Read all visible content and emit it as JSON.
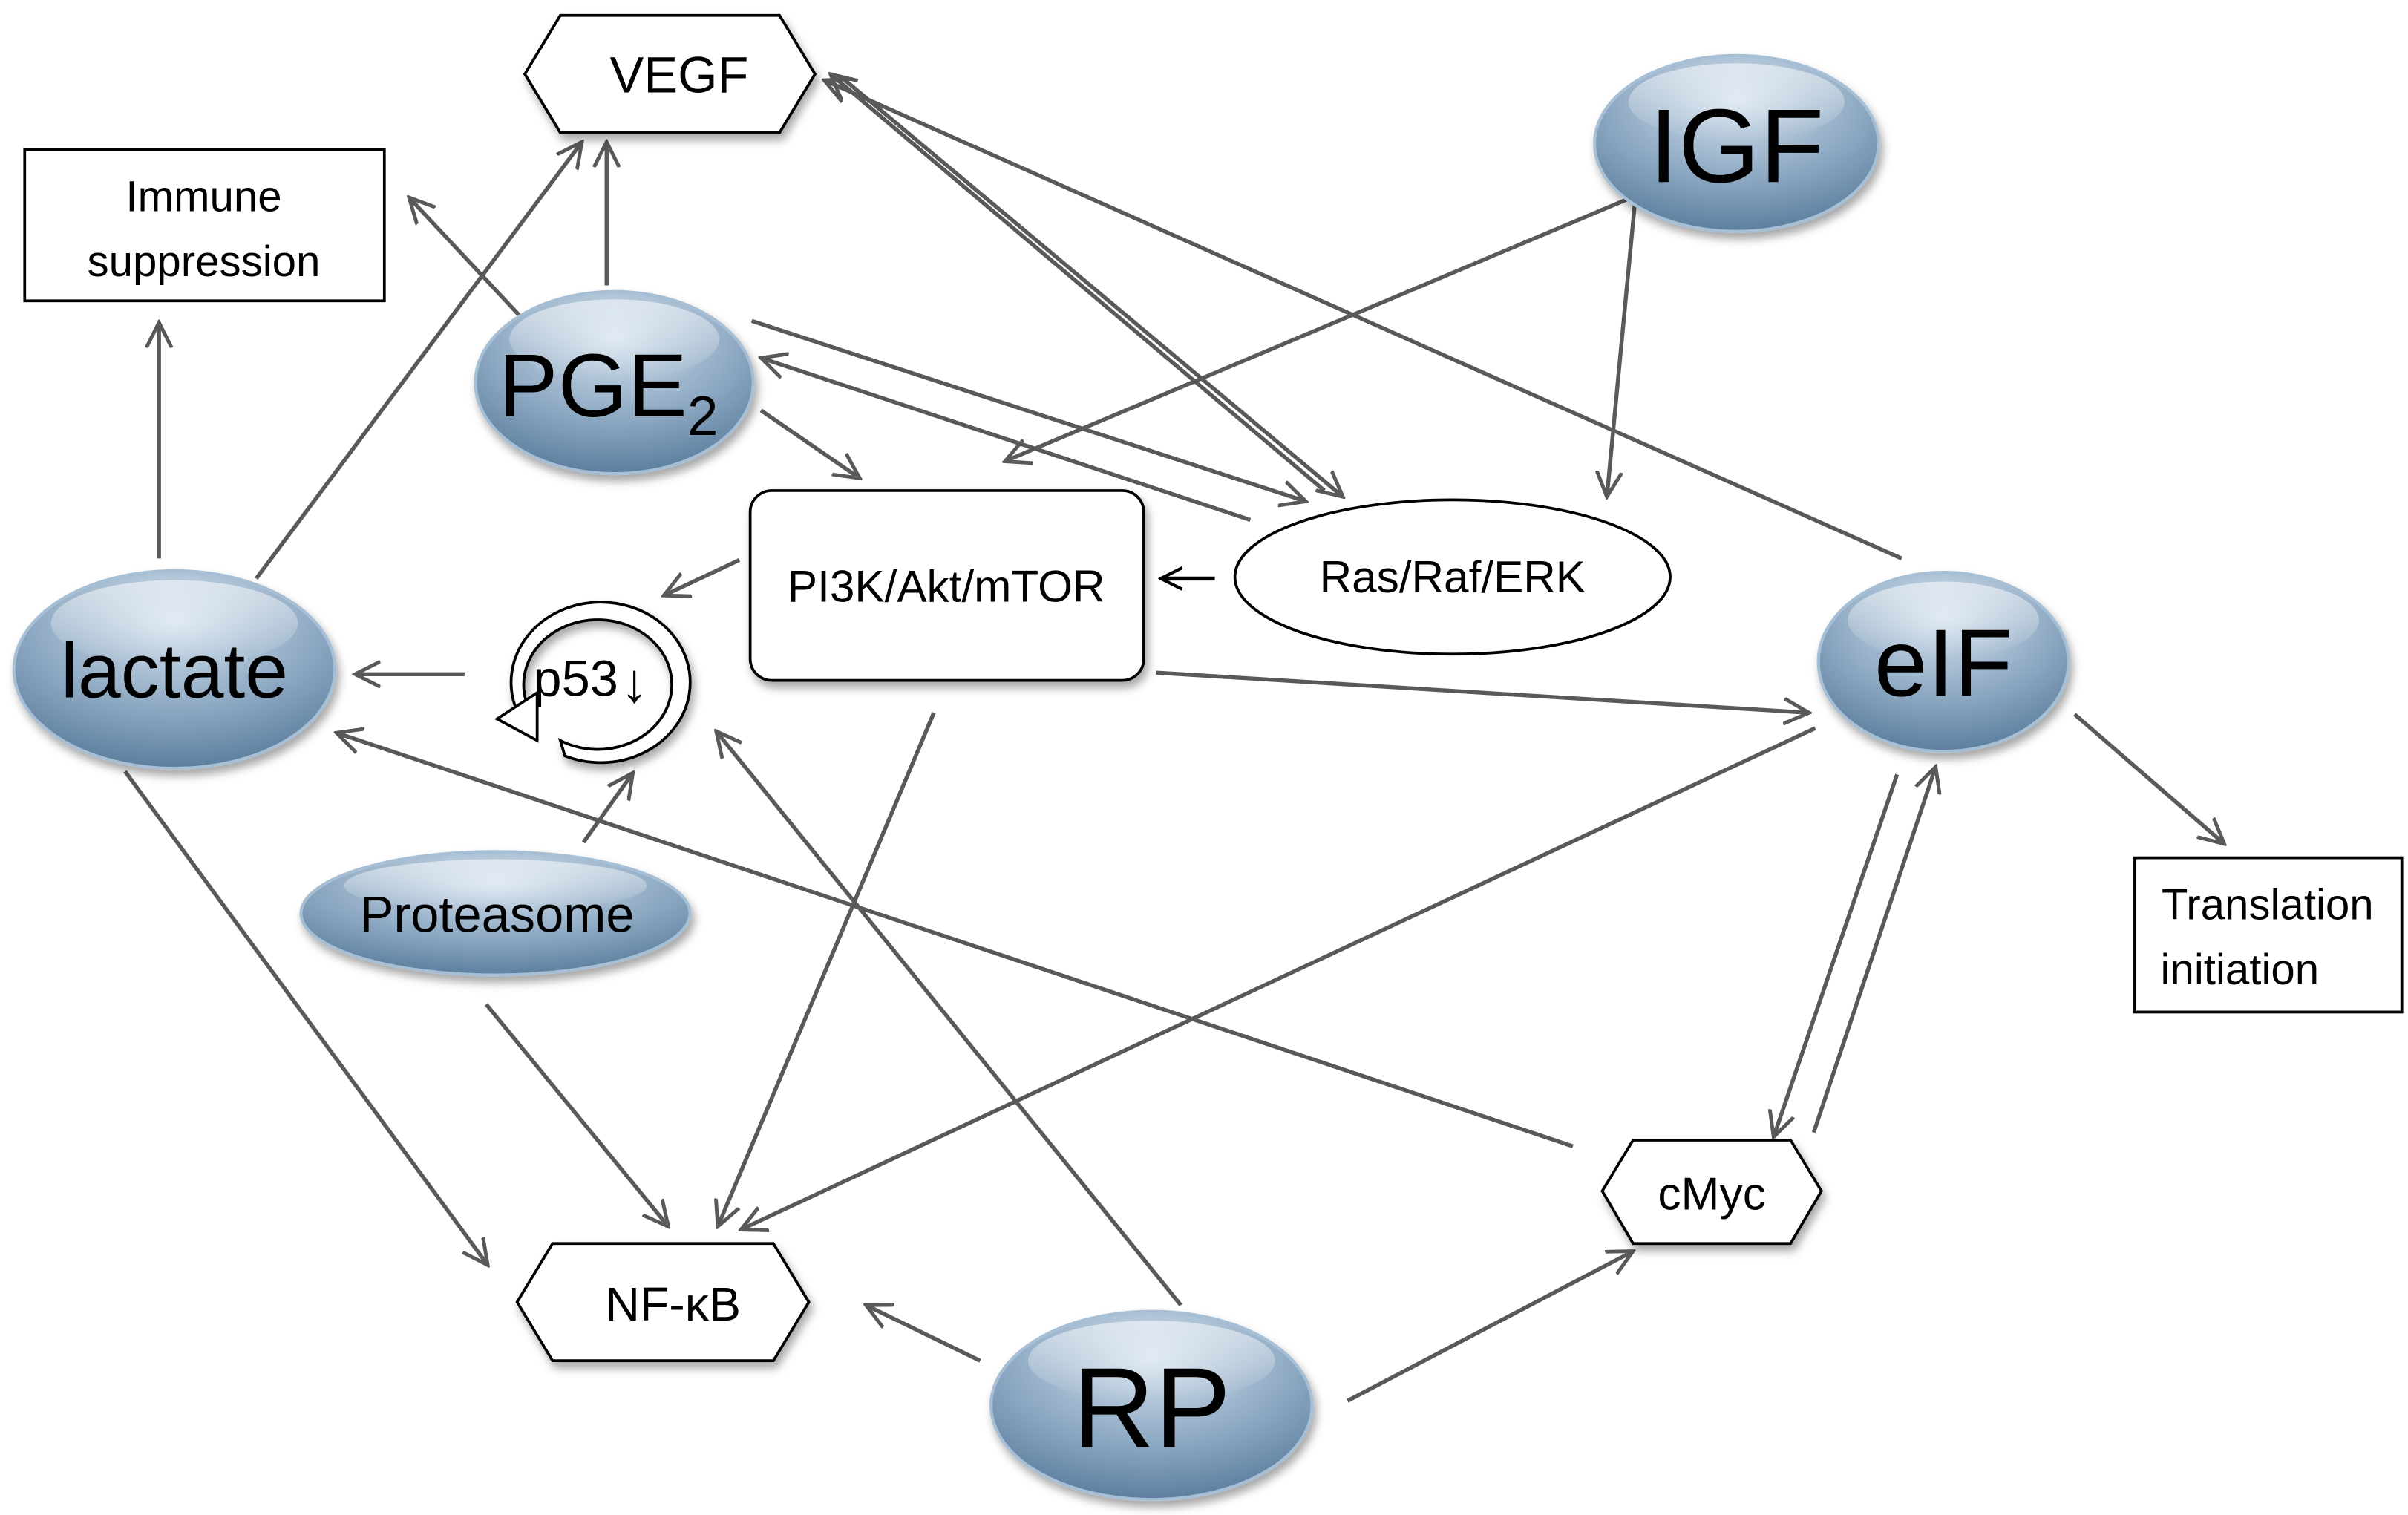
{
  "nodes": {
    "vegf": "VEGF",
    "immune_line1": "Immune",
    "immune_line2": "suppression",
    "igf": "IGF",
    "pge2_base": "PGE",
    "pge2_sub": "2",
    "pi3k": "PI3K/Akt/mTOR",
    "ras": "Ras/Raf/ERK",
    "lactate": "lactate",
    "p53": "p53",
    "p53_arrow": "↓",
    "eif": "eIF",
    "translation_line1": "Translation",
    "translation_line2": "initiation",
    "proteasome": "Proteasome",
    "cmyc": "cMyc",
    "nfkb": "NF-κB",
    "rp": "RP"
  },
  "colors": {
    "node_fill_light": "#c5d6e6",
    "node_fill_dark": "#5d7f9f",
    "edge": "#595959",
    "outline": "#000000"
  },
  "edges": [
    {
      "from": "PGE2",
      "to": "VEGF"
    },
    {
      "from": "PGE2",
      "to": "Immune suppression"
    },
    {
      "from": "PGE2",
      "to": "PI3K/Akt/mTOR"
    },
    {
      "from": "PGE2",
      "to": "Ras/Raf/ERK"
    },
    {
      "from": "Ras/Raf/ERK",
      "to": "PGE2"
    },
    {
      "from": "Ras/Raf/ERK",
      "to": "VEGF"
    },
    {
      "from": "VEGF",
      "to": "Ras/Raf/ERK"
    },
    {
      "from": "Ras/Raf/ERK",
      "to": "PI3K/Akt/mTOR"
    },
    {
      "from": "IGF",
      "to": "Ras/Raf/ERK"
    },
    {
      "from": "IGF",
      "to": "PI3K/Akt/mTOR"
    },
    {
      "from": "eIF",
      "to": "VEGF"
    },
    {
      "from": "PI3K/Akt/mTOR",
      "to": "p53"
    },
    {
      "from": "PI3K/Akt/mTOR",
      "to": "eIF"
    },
    {
      "from": "PI3K/Akt/mTOR",
      "to": "NF-κB"
    },
    {
      "from": "p53",
      "to": "lactate"
    },
    {
      "from": "lactate",
      "to": "Immune suppression"
    },
    {
      "from": "lactate",
      "to": "VEGF"
    },
    {
      "from": "lactate",
      "to": "NF-κB"
    },
    {
      "from": "Proteasome",
      "to": "p53"
    },
    {
      "from": "Proteasome",
      "to": "NF-κB"
    },
    {
      "from": "eIF",
      "to": "Translation initiation"
    },
    {
      "from": "eIF",
      "to": "NF-κB"
    },
    {
      "from": "eIF",
      "to": "cMyc"
    },
    {
      "from": "cMyc",
      "to": "eIF"
    },
    {
      "from": "cMyc",
      "to": "lactate"
    },
    {
      "from": "RP",
      "to": "NF-κB"
    },
    {
      "from": "RP",
      "to": "cMyc"
    },
    {
      "from": "RP",
      "to": "p53"
    }
  ]
}
